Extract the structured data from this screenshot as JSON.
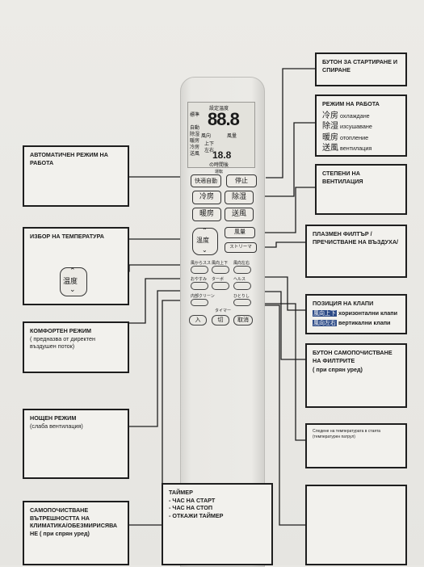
{
  "callouts": {
    "start_stop": {
      "title": "БУТОН ЗА СТАРТИРАНЕ И СПИРАНЕ"
    },
    "mode": {
      "title": "РЕЖИМ НА РАБОТА",
      "items": [
        {
          "kanji": "冷房",
          "label": "охлаждане"
        },
        {
          "kanji": "除湿",
          "label": "изсушаване"
        },
        {
          "kanji": "暖房",
          "label": "отопление"
        },
        {
          "kanji": "送風",
          "label": "вентилация"
        }
      ]
    },
    "auto": {
      "title": "АВТОМАТИЧЕН РЕЖИМ НА РАБОТА"
    },
    "fan": {
      "title": "СТЕПЕНИ НА ВЕНТИЛАЦИЯ"
    },
    "temp": {
      "title": "ИЗБОР НА ТЕМПЕРАТУРА",
      "button_kanji": "温度"
    },
    "plasma": {
      "title": "ПЛАЗМЕН ФИЛТЪР / ПРЕЧИСТВАНЕ НА ВЪЗДУХА/"
    },
    "comfort": {
      "title": "КОМФОРТЕН РЕЖИМ",
      "desc": "( предназва от директен въздушен поток)"
    },
    "flaps": {
      "title": "ПОЗИЦИЯ НА КЛАПИ",
      "items": [
        {
          "kanji": "風向上下",
          "label": "хоризонтални клапи"
        },
        {
          "kanji": "風向左右",
          "label": "вертикални клапи"
        }
      ]
    },
    "self_clean_filter": {
      "title": "БУТОН САМОПОЧИСТВАНЕ НА ФИЛТРИТЕ",
      "desc": "( при спрян уред)"
    },
    "night": {
      "title": "НОЩЕН РЕЖИМ",
      "desc": "(слаба вентилация)"
    },
    "follow_temp": {
      "title": "Следене на температурата в стаята (температурен патрул)"
    },
    "timer": {
      "title": "ТАЙМЕР",
      "items": [
        "- ЧАС НА СТАРТ",
        "- ЧАС НА СТОП",
        "- ОТКАЖИ ТАЙМЕР"
      ]
    },
    "self_clean_ac": {
      "title": "САМОПОЧИСТВАНЕ ВЪТРЕШНОСТТА НА КЛИМАТИКА/ОБЕЗМИРИСЯВА НЕ ( при спрян уред)"
    },
    "empty_box": {
      "title": ""
    }
  },
  "remote": {
    "lcd": {
      "header": "設定温度",
      "digits": "88.8",
      "modes_left": [
        "標準",
        "自動",
        "除湿",
        "暖房",
        "冷房",
        "送風"
      ],
      "middle": [
        "風向",
        "風量",
        "上下",
        "左右"
      ],
      "bottom_label": "の時間後"
    },
    "section_label": "運転",
    "auto_button": "快適自動",
    "stop_button": "停止",
    "mode_buttons": [
      "冷房",
      "除湿",
      "暖房",
      "送風"
    ],
    "temp_button": "温度",
    "fan_button": "風量",
    "plasma_button": "ストリーマ",
    "small_labels": [
      "風からスス",
      "風向上下",
      "風向左右",
      "おやすみ",
      "ターボ",
      "ヘルス"
    ],
    "small_labels2": [
      "内部クリーン",
      "タイマー",
      "ひとりし"
    ],
    "timer_buttons": [
      "入",
      "切",
      "取消"
    ]
  }
}
